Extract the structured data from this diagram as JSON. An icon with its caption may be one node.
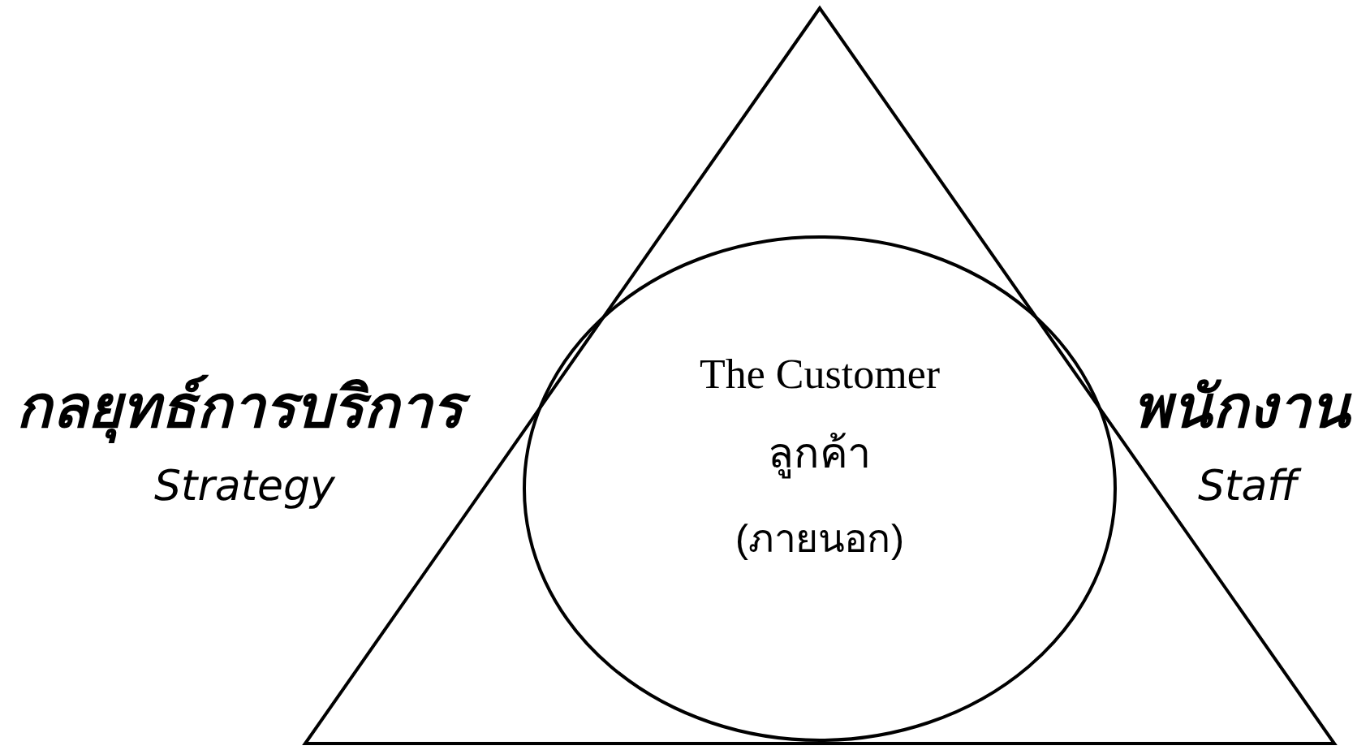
{
  "diagram": {
    "nodes": [
      {
        "text": [],
        "shape": "triangle"
      },
      {
        "text": [
          "The Customer",
          "ลูกค้า",
          "(ภายนอก)"
        ],
        "in": 0
      }
    ],
    "edges": [],
    "labels": [
      "กลยุทธ์การบริการ",
      "พนักงาน",
      "Strategy",
      "Staff"
    ]
  }
}
